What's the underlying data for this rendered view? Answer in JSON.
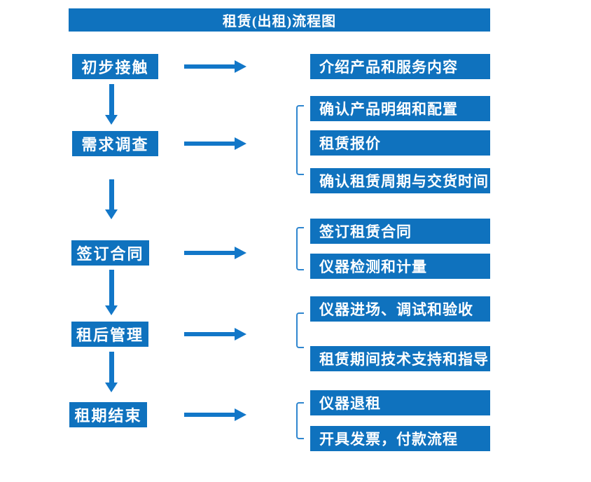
{
  "title": "租赁(出租)流程图",
  "colors": {
    "box_blue": "#0F72BE",
    "arrow_blue": "#1277C8",
    "bracket_blue": "#2F86CF",
    "text_white": "#FFFFFF",
    "background": "#FFFFFF"
  },
  "steps": [
    {
      "label": "初步接触",
      "details": [
        "介绍产品和服务内容"
      ]
    },
    {
      "label": "需求调查",
      "details": [
        "确认产品明细和配置",
        "租赁报价",
        "确认租赁周期与交货时间"
      ]
    },
    {
      "label": "签订合同",
      "details": [
        "签订租赁合同",
        "仪器检测和计量"
      ]
    },
    {
      "label": "租后管理",
      "details": [
        "仪器进场、调试和验收",
        "租赁期间技术支持和指导"
      ]
    },
    {
      "label": "租期结束",
      "details": [
        "仪器退租",
        "开具发票，付款流程"
      ]
    }
  ]
}
